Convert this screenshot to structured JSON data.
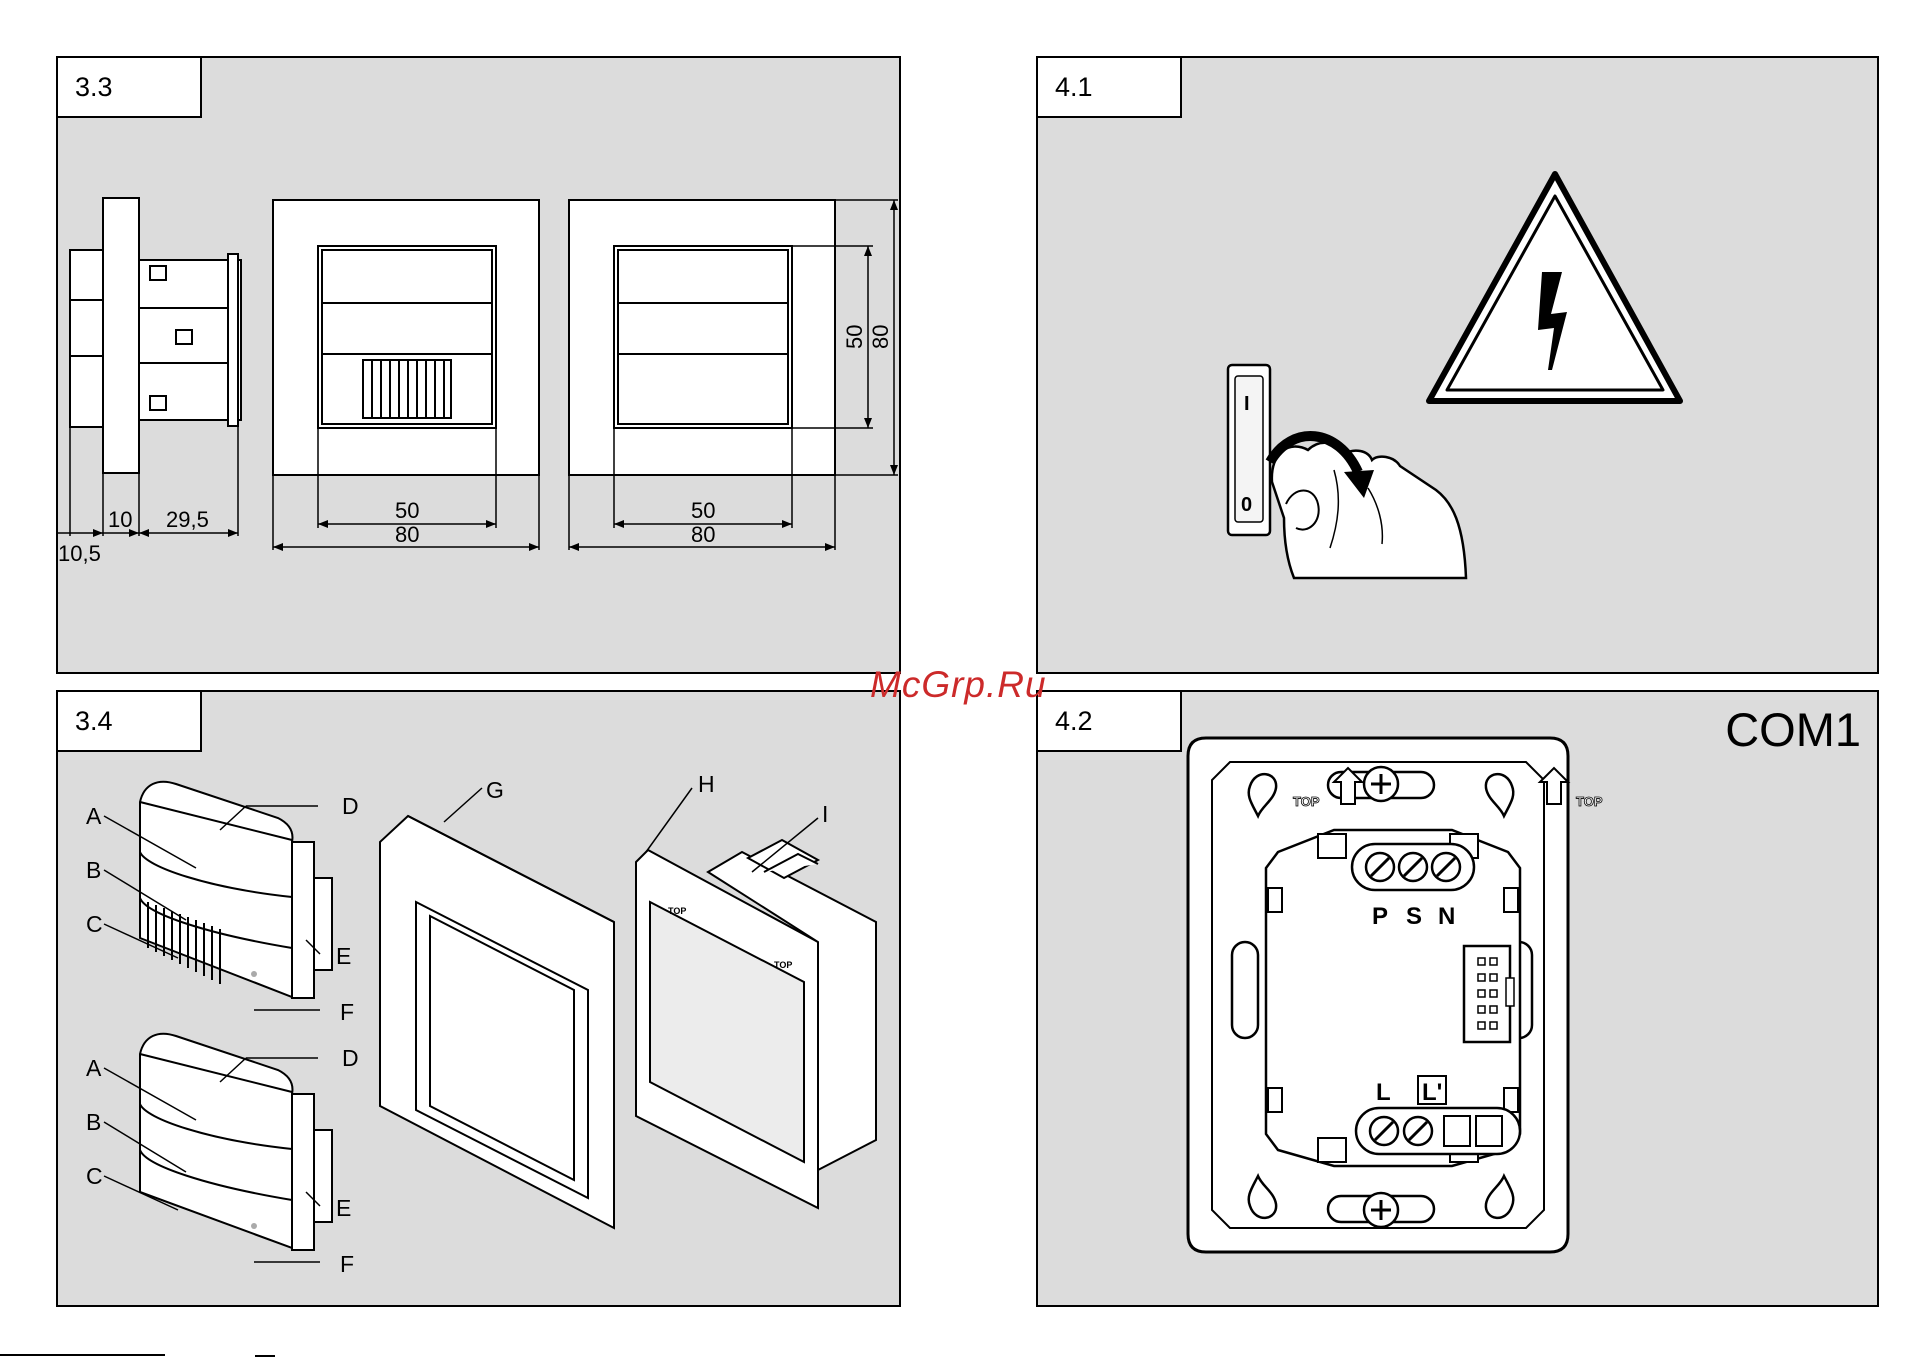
{
  "watermark": "McGrp.Ru",
  "panels": [
    {
      "id": "3.3",
      "label": "3.3",
      "dims": {
        "side_a": "10,5",
        "side_b": "10",
        "side_c": "29,5",
        "front1_inner": "50",
        "front1_outer": "80",
        "front2_inner": "50",
        "front2_outer": "80",
        "height_inner": "50",
        "height_outer": "80"
      }
    },
    {
      "id": "4.1",
      "label": "4.1",
      "switch_on": "I",
      "switch_off": "0"
    },
    {
      "id": "3.4",
      "label": "3.4",
      "callouts": {
        "a1": "A",
        "b1": "B",
        "c1": "C",
        "d1": "D",
        "e1": "E",
        "f1": "F",
        "a2": "A",
        "b2": "B",
        "c2": "C",
        "d2": "D",
        "e2": "E",
        "f2": "F",
        "g": "G",
        "h": "H",
        "i": "I"
      },
      "top_marks": [
        "TOP",
        "TOP"
      ]
    },
    {
      "id": "4.2",
      "label": "4.2",
      "title": "COM1",
      "top_left": "TOP",
      "top_right": "TOP",
      "terminals_top": [
        "P",
        "S",
        "N"
      ],
      "terminals_bottom": [
        "L",
        "L'"
      ]
    }
  ]
}
